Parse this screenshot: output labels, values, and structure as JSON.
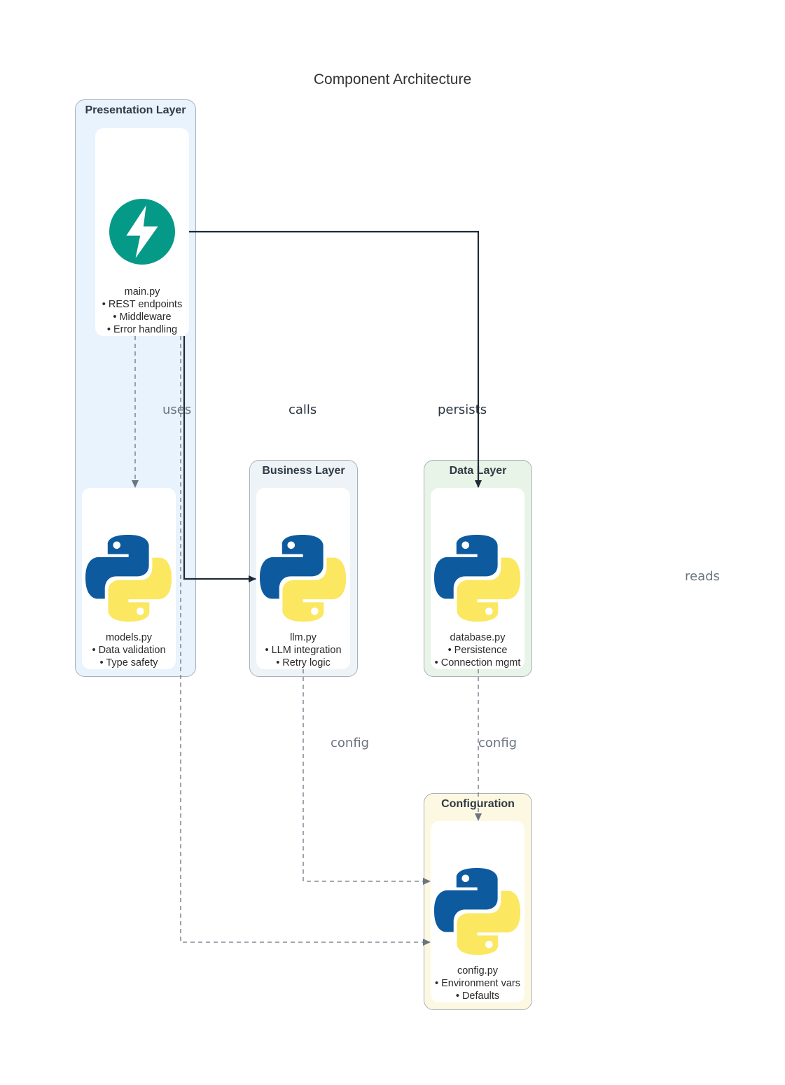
{
  "title": "Component Architecture",
  "colors": {
    "presentation_fill": "#e8f3fd",
    "business_fill": "#eef3f8",
    "data_fill": "#e8f4e8",
    "config_fill": "#fdf8e1",
    "solid_edge": "#1f2a36",
    "dashed_edge": "#6b7480",
    "fastapi": "#059a88",
    "python_blue": "#0d5b9e",
    "python_yellow": "#fbe760"
  },
  "clusters": {
    "presentation": {
      "title": "Presentation Layer"
    },
    "business": {
      "title": "Business Layer"
    },
    "data": {
      "title": "Data Layer"
    },
    "configuration": {
      "title": "Configuration"
    }
  },
  "nodes": {
    "main": {
      "icon": "fastapi-icon",
      "name": "main.py",
      "line1": "• REST endpoints",
      "line2": "• Middleware",
      "line3": "• Error handling"
    },
    "models": {
      "icon": "python-icon",
      "name": "models.py",
      "line1": "• Data validation",
      "line2": "• Type safety"
    },
    "llm": {
      "icon": "python-icon",
      "name": "llm.py",
      "line1": "• LLM integration",
      "line2": "• Retry logic"
    },
    "database": {
      "icon": "python-icon",
      "name": "database.py",
      "line1": "• Persistence",
      "line2": "• Connection mgmt"
    },
    "config": {
      "icon": "python-icon",
      "name": "config.py",
      "line1": "• Environment vars",
      "line2": "• Defaults"
    }
  },
  "edges": {
    "uses": "uses",
    "calls": "calls",
    "persists": "persists",
    "reads": "reads",
    "config_llm": "config",
    "config_db": "config"
  }
}
